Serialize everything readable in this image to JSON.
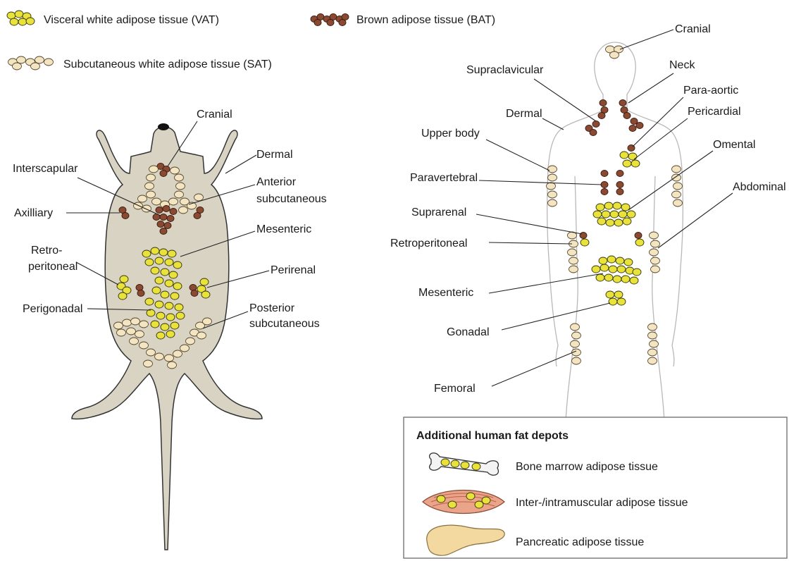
{
  "legend": {
    "vat": "Visceral white adipose tissue (VAT)",
    "bat": "Brown adipose tissue (BAT)",
    "sat": "Subcutaneous white adipose tissue (SAT)"
  },
  "mouse_labels": {
    "cranial": "Cranial",
    "dermal": "Dermal",
    "interscapular": "Interscapular",
    "anterior_line1": "Anterior",
    "anterior_line2": "subcutaneous",
    "axilliary": "Axilliary",
    "mesenteric": "Mesenteric",
    "retro_line1": "Retro-",
    "retro_line2": "peritoneal",
    "perirenal": "Perirenal",
    "perigonadal": "Perigonadal",
    "posterior_line1": "Posterior",
    "posterior_line2": "subcutaneous"
  },
  "human_labels": {
    "cranial": "Cranial",
    "neck": "Neck",
    "supraclavicular": "Supraclavicular",
    "para_aortic": "Para-aortic",
    "dermal": "Dermal",
    "pericardial": "Pericardial",
    "upper_body": "Upper body",
    "omental": "Omental",
    "paravertebral": "Paravertebral",
    "abdominal": "Abdominal",
    "suprarenal": "Suprarenal",
    "retroperitoneal": "Retroperitoneal",
    "mesenteric": "Mesenteric",
    "gonadal": "Gonadal",
    "femoral": "Femoral"
  },
  "additional_box": {
    "title": "Additional human fat depots",
    "items": [
      "Bone marrow adipose tissue",
      "Inter-/intramuscular adipose tissue",
      "Pancreatic adipose tissue"
    ]
  },
  "colors": {
    "vat": "#e8e23a",
    "bat": "#8a4a32",
    "sat": "#f3e4c2",
    "mouse_body": "#d8d3c2",
    "human_outline": "#b8b8b8"
  }
}
